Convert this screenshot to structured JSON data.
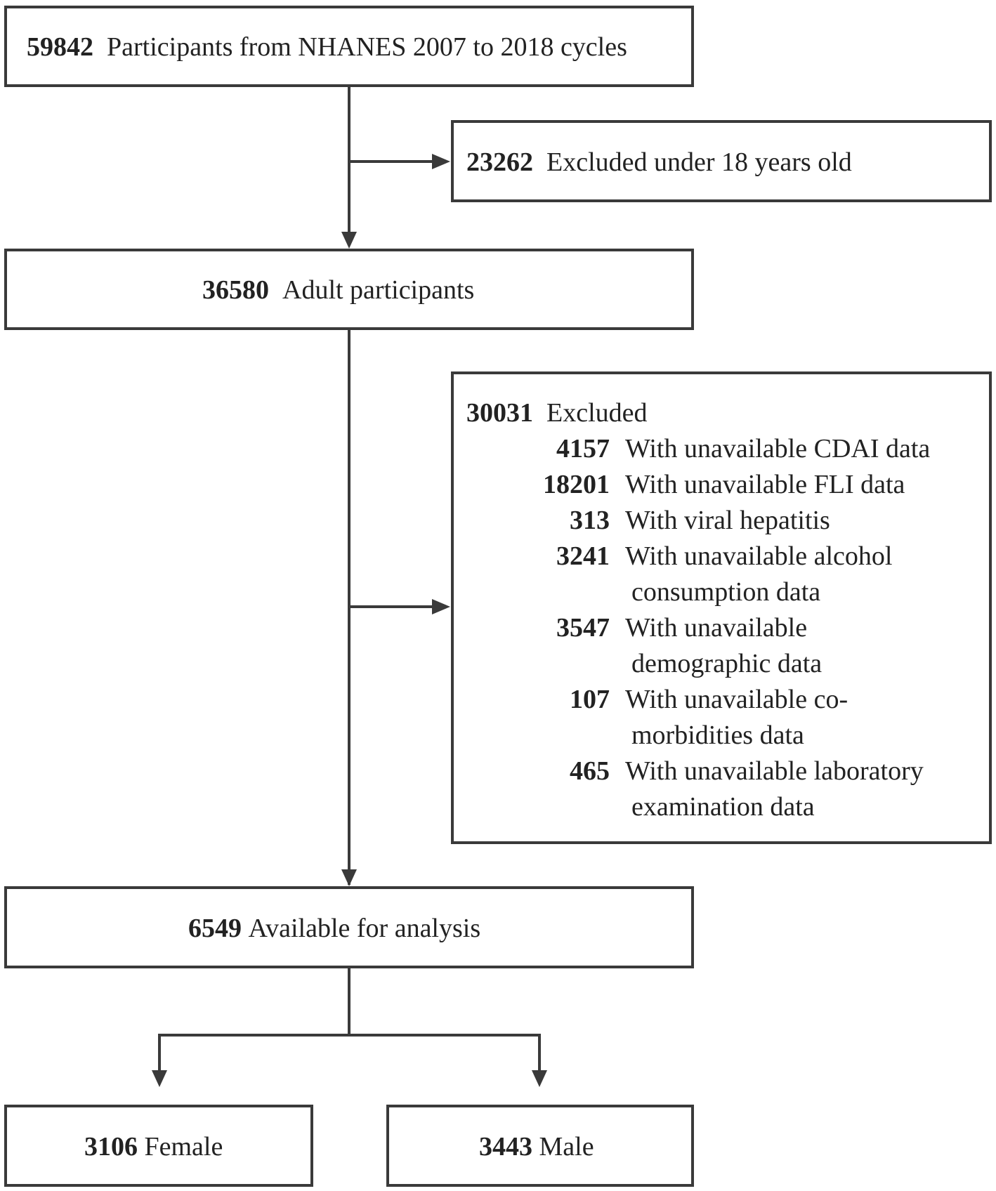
{
  "boxes": {
    "start": {
      "count": "59842",
      "text": "Participants from NHANES 2007 to 2018 cycles"
    },
    "exclude_age": {
      "count": "23262",
      "text": "Excluded under 18 years old"
    },
    "adults": {
      "count": "36580",
      "text": "Adult participants"
    },
    "exclude_main": {
      "count": "30031",
      "text": "Excluded",
      "items": [
        {
          "count": "4157",
          "line1": "With unavailable CDAI data",
          "line2": ""
        },
        {
          "count": "18201",
          "line1": "With unavailable FLI data",
          "line2": ""
        },
        {
          "count": "313",
          "line1": "With viral hepatitis",
          "line2": ""
        },
        {
          "count": "3241",
          "line1": "With unavailable alcohol",
          "line2": "consumption data"
        },
        {
          "count": "3547",
          "line1": "With unavailable",
          "line2": "demographic data"
        },
        {
          "count": "107",
          "line1": "With unavailable co-",
          "line2": "morbidities data"
        },
        {
          "count": "465",
          "line1": "With unavailable laboratory",
          "line2": "examination data"
        }
      ]
    },
    "analysis": {
      "count": "6549",
      "text": "Available for analysis"
    },
    "female": {
      "count": "3106",
      "text": "Female"
    },
    "male": {
      "count": "3443",
      "text": "Male"
    }
  }
}
